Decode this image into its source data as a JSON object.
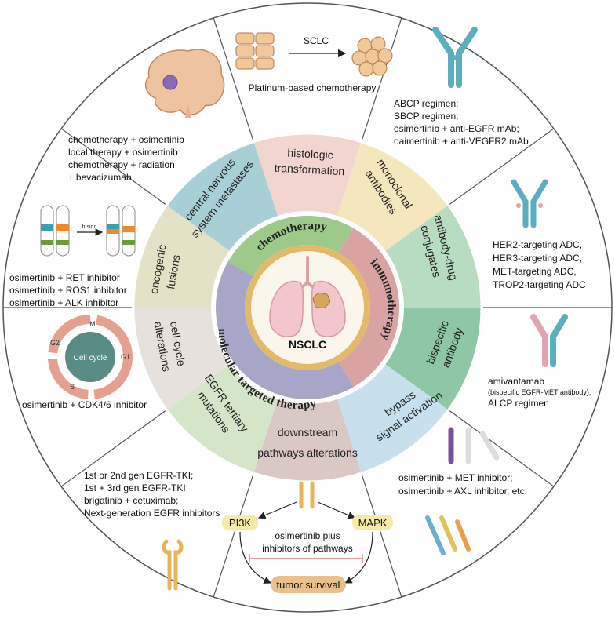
{
  "center": {
    "label": "NSCLC"
  },
  "inner_ring": [
    {
      "id": "chemo",
      "label": "chemotherapy",
      "color": "#9dc98a"
    },
    {
      "id": "immuno",
      "label": "immunotherapy",
      "color": "#d9a3a3"
    },
    {
      "id": "targeted",
      "label": "molecular targeted therapy",
      "color": "#a8a6c8"
    }
  ],
  "middle_ring": [
    {
      "id": "histologic",
      "lines": [
        "histologic",
        "transformation"
      ],
      "color": "#f3d5cf"
    },
    {
      "id": "monoclonal",
      "lines": [
        "monoclonal",
        "antibodies"
      ],
      "color": "#f5e7bd"
    },
    {
      "id": "adc",
      "lines": [
        "antibody-drug",
        "conjugates"
      ],
      "color": "#b8dcc0"
    },
    {
      "id": "bispecific",
      "lines": [
        "bispecific",
        "antibody"
      ],
      "color": "#8ec7a5"
    },
    {
      "id": "bypass",
      "lines": [
        "bypass",
        "signal activation"
      ],
      "color": "#c8dfee"
    },
    {
      "id": "downstream",
      "lines": [
        "downstream",
        "pathways  alterations"
      ],
      "color": "#d9c8c3"
    },
    {
      "id": "tertiary",
      "lines": [
        "EGFR tertiary",
        "mutations"
      ],
      "color": "#d5e6c8"
    },
    {
      "id": "cellcycle",
      "lines": [
        "cell-cycle",
        "alterations"
      ],
      "color": "#e6e1dc"
    },
    {
      "id": "fusions",
      "lines": [
        "oncogenic",
        "fusions"
      ],
      "color": "#e3e2c6"
    },
    {
      "id": "cns",
      "lines": [
        "central nervous",
        "system metastases"
      ],
      "color": "#a9cfd6"
    }
  ],
  "outer": {
    "histologic": {
      "title": "SCLC",
      "caption": "Platinum-based chemotherapy"
    },
    "monoclonal": {
      "lines": [
        "ABCP regimen;",
        "SBCP regimen;",
        "osimertinib + anti-EGFR mAb;",
        "oaimertinib + anti-VEGFR2 mAb"
      ]
    },
    "adc": {
      "lines": [
        "HER2-targeting ADC,",
        "HER3-targeting ADC,",
        "MET-targeting ADC,",
        "TROP2-targeting ADC"
      ]
    },
    "bispecific": {
      "line1": "amivantamab",
      "line2": "(bispecific EGFR-MET antibody);",
      "line3": "ALCP regimen"
    },
    "bypass": {
      "lines": [
        "osimertinib + MET inhibitor;",
        "osimertinib + AXL inhibitor, etc."
      ]
    },
    "downstream": {
      "pi3k": "PI3K",
      "mapk": "MAPK",
      "middle1": "osimertinib plus",
      "middle2": "inhibitors of pathways",
      "result": "tumor survival"
    },
    "tertiary": {
      "lines": [
        "1st or 2nd gen EGFR-TKI;",
        "1st + 3rd gen EGFR-TKI;",
        "brigatinib + cetuximab;",
        "Next-generation EGFR inhibitors"
      ]
    },
    "cellcycle": {
      "center": "Cell cycle",
      "phases": [
        "M",
        "G1",
        "S",
        "G2"
      ],
      "line": "osimertinib + CDK4/6 inhibitor"
    },
    "fusions": {
      "arrow_label": "fusion",
      "lines": [
        "osimertinib + RET inhibitor",
        "osimertinib + ROS1 inhibitor",
        "osimertinib + ALK inhibitor"
      ]
    },
    "cns": {
      "lines": [
        "chemotherapy + osimertinib",
        "local therapy + osimertinib",
        "chemotherapy + radiation",
        "±  bevacizumab"
      ]
    }
  },
  "colors": {
    "gold_ring": "#e3b96a",
    "outline": "#555555"
  }
}
